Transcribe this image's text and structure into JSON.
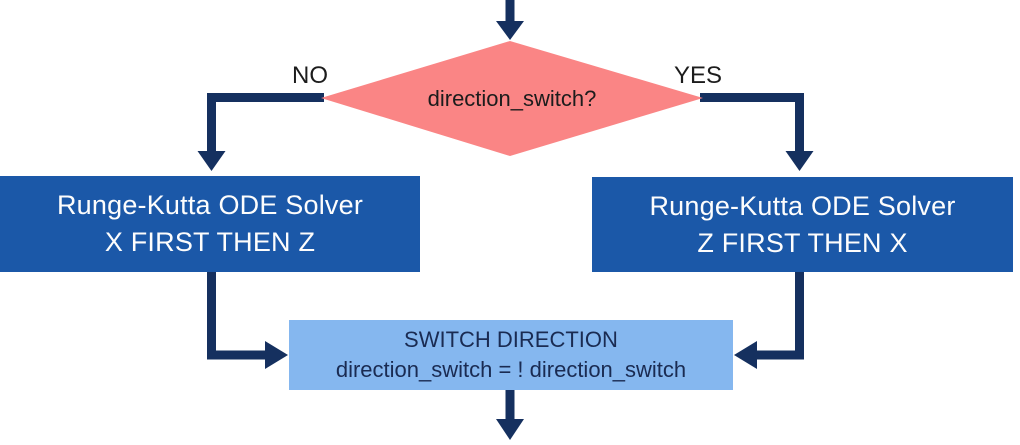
{
  "flowchart": {
    "decision": {
      "label": "direction_switch?",
      "no_label": "NO",
      "yes_label": "YES"
    },
    "left_box": {
      "line1": "Runge-Kutta ODE Solver",
      "line2": "X FIRST THEN Z"
    },
    "right_box": {
      "line1": "Runge-Kutta ODE Solver",
      "line2": "Z FIRST THEN X"
    },
    "bottom_box": {
      "line1": "SWITCH DIRECTION",
      "line2": "direction_switch = ! direction_switch"
    },
    "colors": {
      "arrow": "#15305F",
      "diamond_fill": "#FA8585",
      "solver_box_fill": "#1B58A8",
      "solver_box_text": "#FDFDFD",
      "switch_box_fill": "#85B7EF",
      "switch_box_text": "#1A2B52",
      "label_text": "#1C1C1C"
    }
  }
}
